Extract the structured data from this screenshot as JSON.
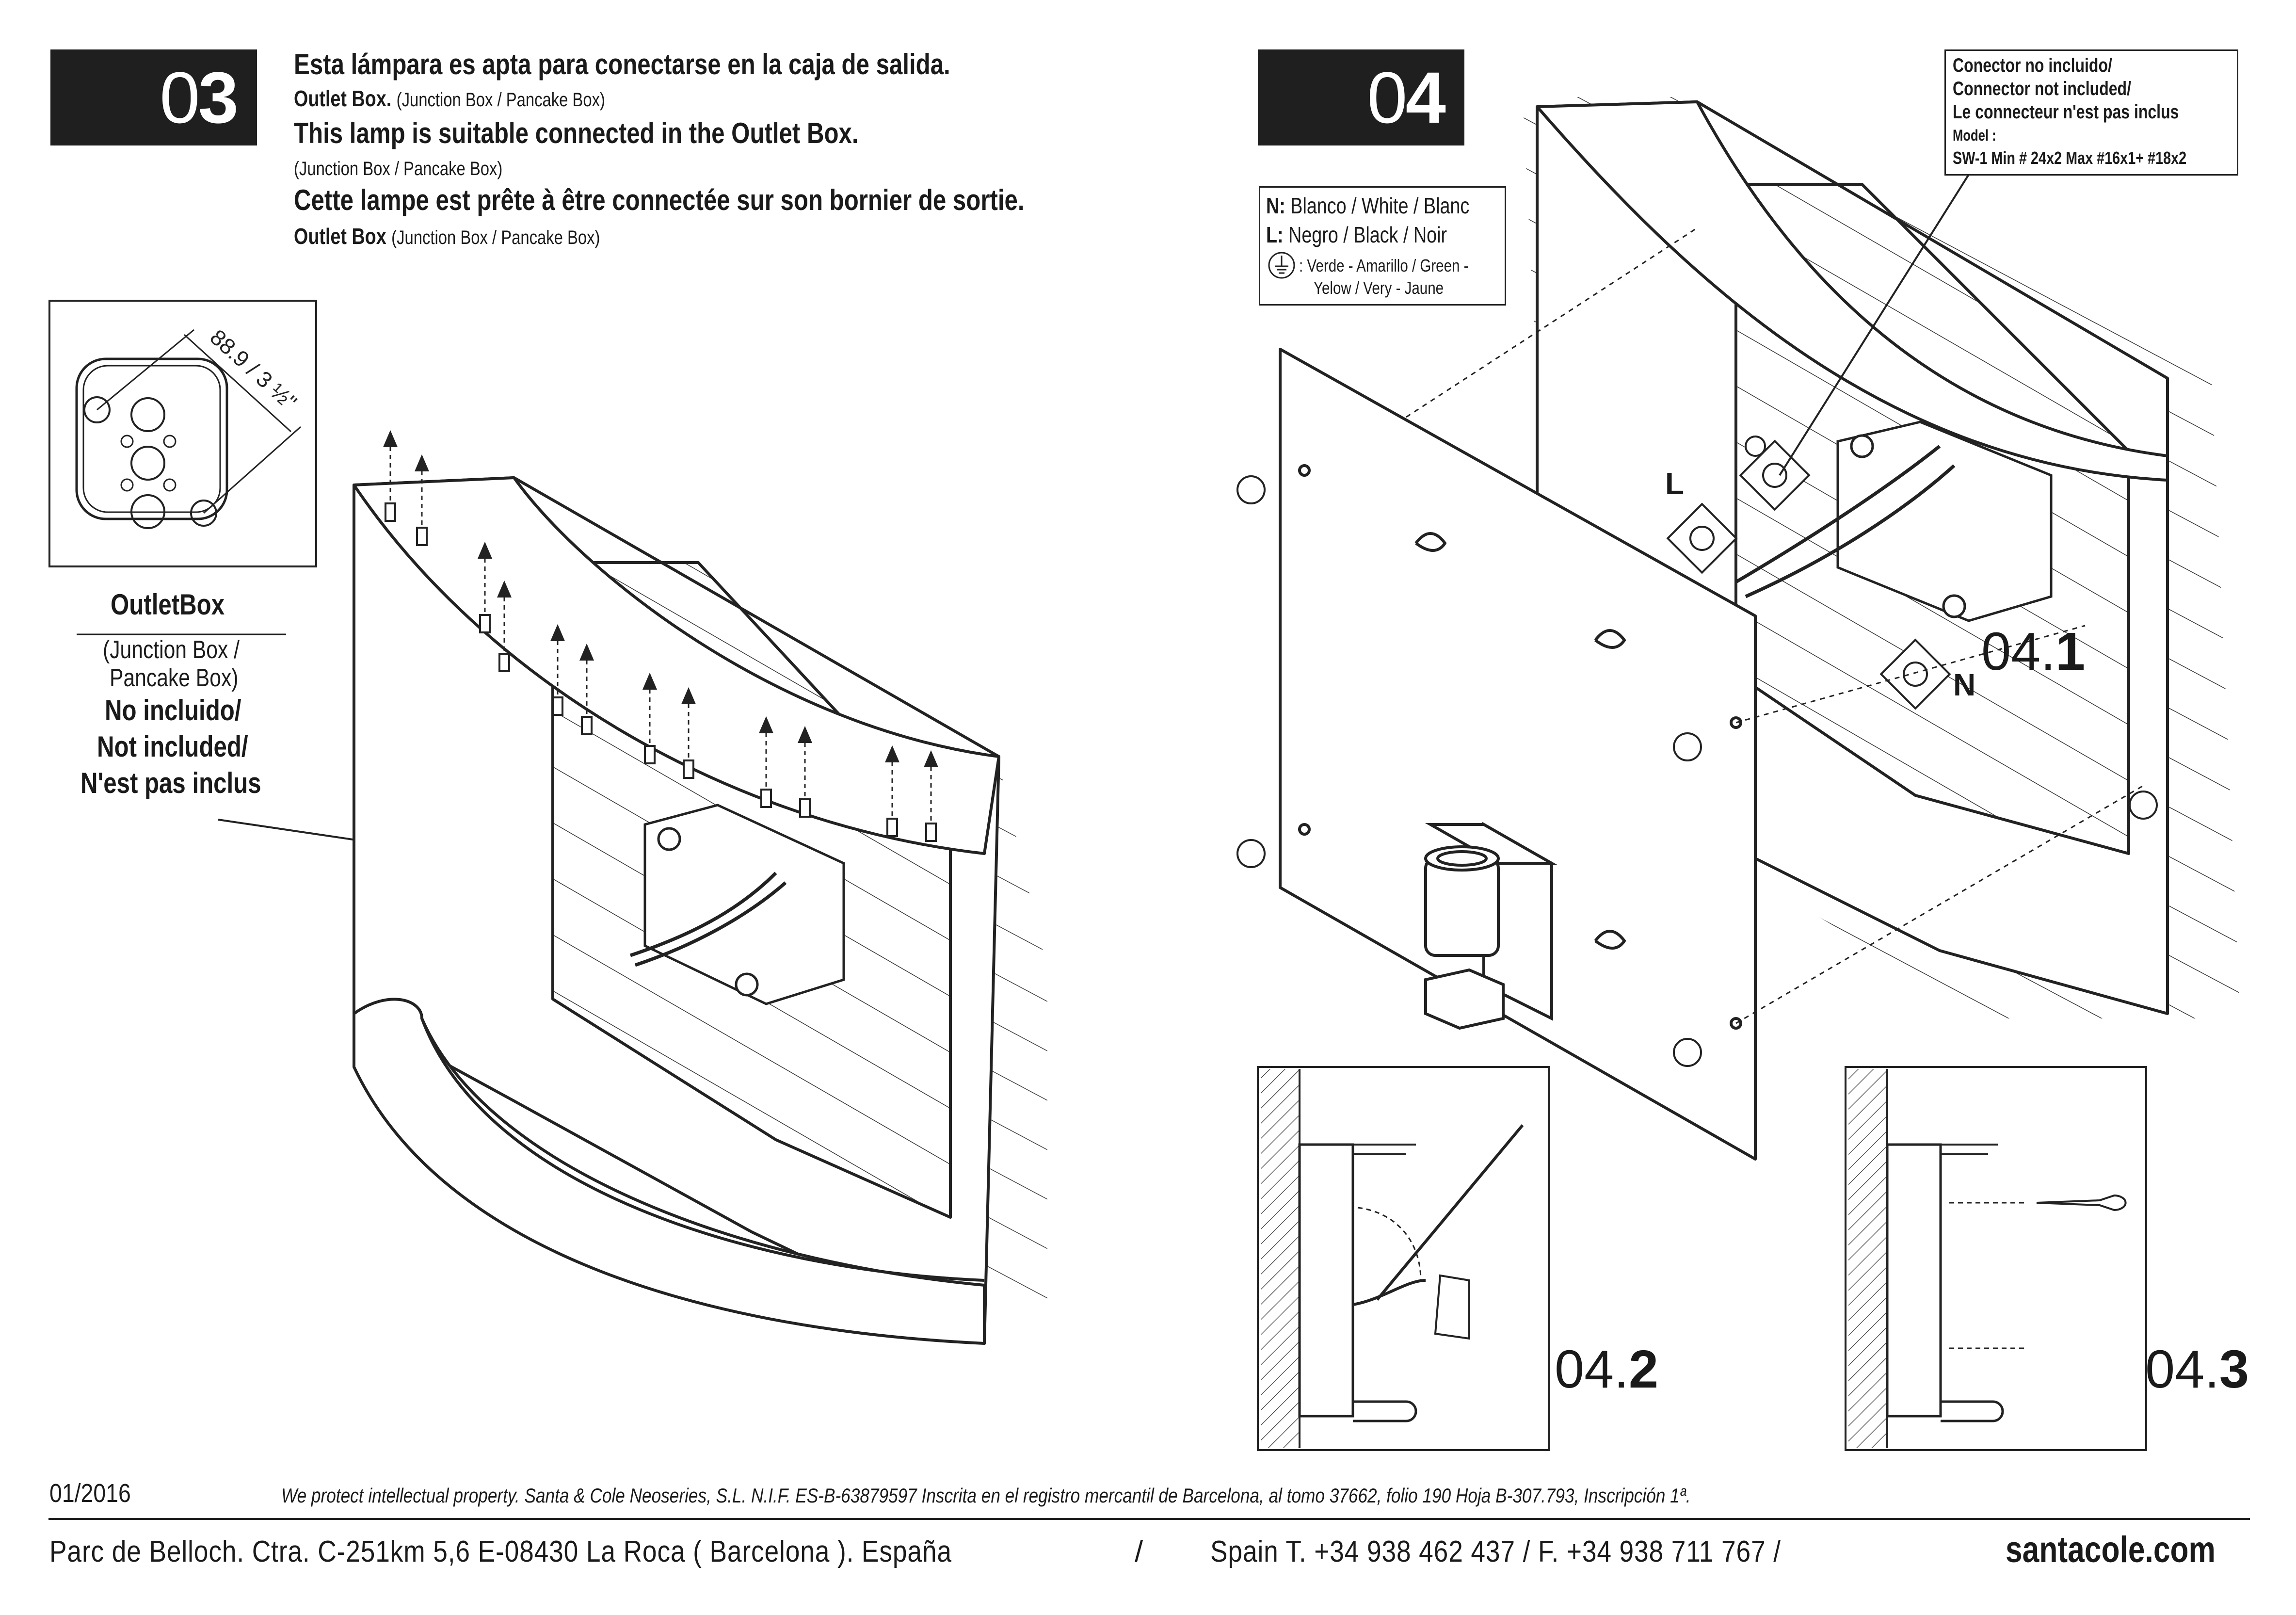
{
  "step3": {
    "number_prefix": "0",
    "number_main": "3",
    "line1": "Esta lámpara es apta para conectarse en la caja de salida.",
    "line2_main": "Outlet Box.",
    "line2_paren": "(Junction Box / Pancake Box)",
    "line3": "This lamp is suitable connected in the Outlet Box.",
    "line4_paren": "(Junction Box / Pancake Box)",
    "line5": "Cette lampe est prête à être connectée sur son bornier de sortie.",
    "line6_main": "Outlet Box",
    "line6_paren": "(Junction Box / Pancake Box)",
    "dimension_label": "88.9 / 3 ½\"",
    "outletbox_title": "OutletBox",
    "outletbox_sub1": "(Junction Box /",
    "outletbox_sub2": "Pancake Box)",
    "not_included_es": "No incluido/",
    "not_included_en": "Not included/",
    "not_included_fr": "N'est pas inclus"
  },
  "step4": {
    "number_prefix": "0",
    "number_main": "4",
    "legend_n_key": "N:",
    "legend_n_val": "Blanco / White / Blanc",
    "legend_l_key": "L:",
    "legend_l_val": "Negro / Black / Noir",
    "legend_ground_val1": ": Verde - Amarillo / Green -",
    "legend_ground_val2": "Yelow / Very - Jaune",
    "connector_es": "Conector no incluido/",
    "connector_en": "Connector not included/",
    "connector_fr": "Le connecteur n'est pas inclus",
    "model_label": "Model :",
    "model_value": "SW-1 Min # 24x2 Max #16x1+ #18x2",
    "label_L": "L",
    "label_N": "N",
    "sub1_prefix": "04.",
    "sub1_main": "1",
    "sub2_prefix": "04.",
    "sub2_main": "2",
    "sub3_prefix": "04.",
    "sub3_main": "3"
  },
  "footer": {
    "date": "01/2016",
    "legal": "We protect intellectual property. Santa & Cole Neoseries, S.L. N.I.F. ES-B-63879597 Inscrita en el registro mercantil de Barcelona, al tomo 37662, folio 190 Hoja B-307.793, Inscripción 1ª.",
    "address": "Parc de Belloch. Ctra. C-251km 5,6 E-08430 La Roca ( Barcelona ). España",
    "sep1": "/",
    "phone": "Spain  T. +34 938 462 437 / F. +34 938 711 767 /",
    "website": "santacole.com"
  },
  "colors": {
    "ink": "#1a1a1a",
    "step_box": "#1f1f1f",
    "page": "#ffffff"
  }
}
